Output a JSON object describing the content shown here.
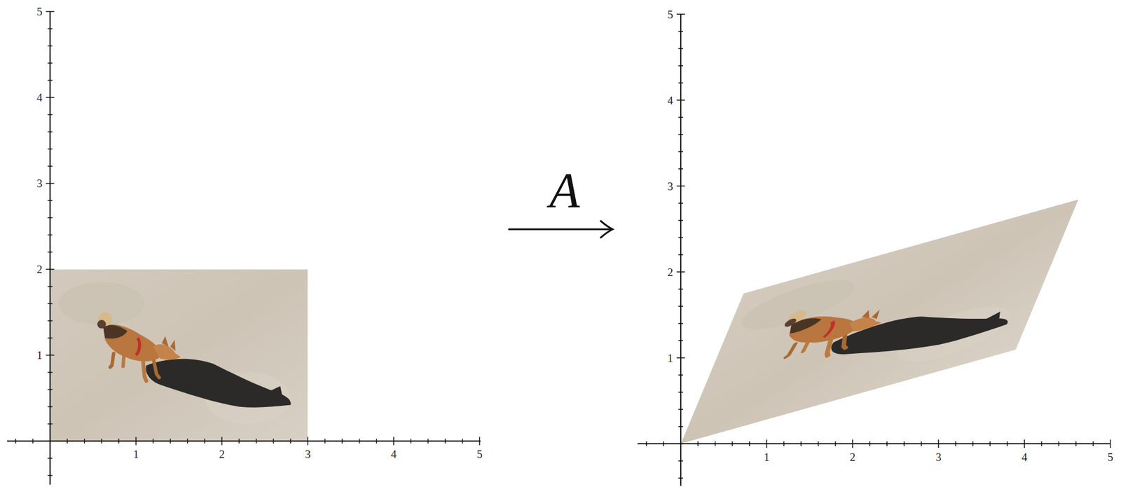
{
  "diagram": {
    "labels": [
      "5",
      "4",
      "3",
      "2",
      "1",
      "1",
      "2",
      "3",
      "4",
      "5",
      "A",
      "5",
      "4",
      "3",
      "2",
      "1",
      "1",
      "2",
      "3",
      "4",
      "5"
    ]
  }
}
